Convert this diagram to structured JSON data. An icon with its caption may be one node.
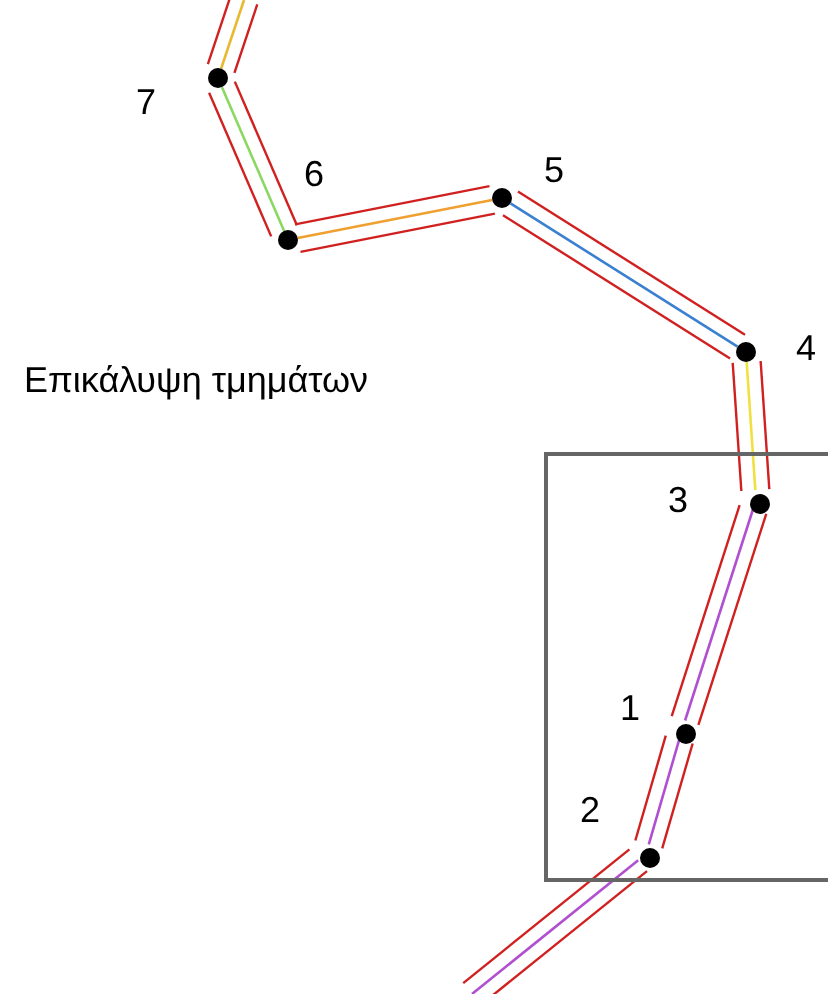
{
  "diagram": {
    "nodes": [
      {
        "text": [],
        "shape": "circle",
        "beside": [
          "7"
        ]
      },
      {
        "text": [],
        "shape": "circle",
        "beside": [
          "6"
        ]
      },
      {
        "text": [],
        "shape": "circle",
        "beside": [
          "5"
        ]
      },
      {
        "text": [],
        "shape": "circle",
        "beside": [
          "4"
        ]
      },
      {
        "text": [],
        "shape": "box"
      },
      {
        "text": [],
        "shape": "circle",
        "beside": [
          "3"
        ],
        "in": 4
      },
      {
        "text": [],
        "shape": "circle",
        "beside": [
          "1"
        ],
        "in": 4
      },
      {
        "text": [],
        "shape": "circle",
        "beside": [
          "2"
        ],
        "in": 4
      }
    ],
    "edges": [
      {
        "from": null,
        "to": 0,
        "arrow": "none",
        "color": "#e8b830"
      },
      {
        "from": 0,
        "to": 1,
        "arrow": "none",
        "color": "#8ad860"
      },
      {
        "from": 1,
        "to": 2,
        "arrow": "none",
        "color": "#f0a030"
      },
      {
        "from": 2,
        "to": 3,
        "arrow": "none",
        "color": "#3a80d0"
      },
      {
        "from": 3,
        "to": 5,
        "arrow": "none",
        "color": "#f0e040"
      },
      {
        "from": 5,
        "to": 6,
        "arrow": "none",
        "color": "#b050d0"
      },
      {
        "from": 6,
        "to": 7,
        "arrow": "none",
        "color": "#b050d0"
      },
      {
        "from": 7,
        "to": null,
        "arrow": "none",
        "color": "#b050d0"
      }
    ],
    "labels": [
      "Επικάλυψη τμημάτων"
    ]
  }
}
